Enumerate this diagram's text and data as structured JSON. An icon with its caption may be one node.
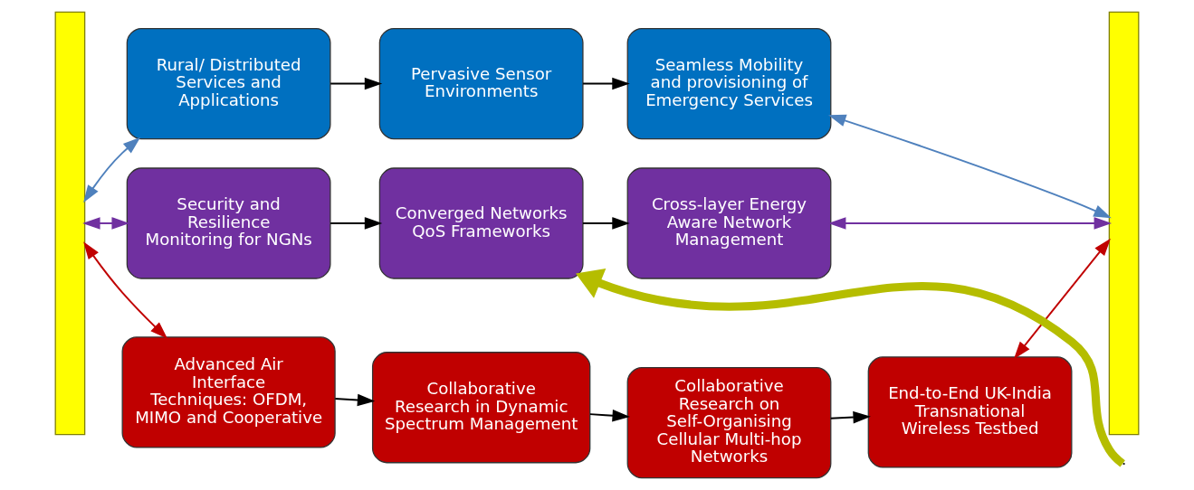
{
  "diagram": {
    "nodes": [
      {
        "text": [],
        "shape": "bar"
      },
      {
        "text": [
          "Rural/ Distributed Services and Applications"
        ]
      },
      {
        "text": [
          "Pervasive Sensor Environments"
        ]
      },
      {
        "text": [
          "Seamless Mobility and provisioning of Emergency Services"
        ]
      },
      {
        "text": [
          "Security and Resilience Monitoring for NGNs"
        ]
      },
      {
        "text": [
          "Converged Networks QoS Frameworks"
        ]
      },
      {
        "text": [
          "Cross-layer Energy Aware Network Management"
        ]
      },
      {
        "text": [
          "Advanced Air Interface Techniques: OFDM, MIMO and Cooperative"
        ]
      },
      {
        "text": [
          "Collaborative Research in Dynamic Spectrum Management"
        ]
      },
      {
        "text": [
          "Collaborative Research on Self-Organising Cellular Multi-hop Networks"
        ]
      },
      {
        "text": [
          "End-to-End UK-India Transnational Wireless Testbed"
        ]
      },
      {
        "text": [],
        "shape": "bar"
      }
    ],
    "edges": [
      {
        "from": 0,
        "to": 1,
        "arrow": "both",
        "color": "#4f81bd"
      },
      {
        "from": 3,
        "to": 11,
        "arrow": "both",
        "color": "#4f81bd"
      },
      {
        "from": 0,
        "to": 4,
        "arrow": "both",
        "color": "#7030a0"
      },
      {
        "from": 6,
        "to": 11,
        "arrow": "both",
        "color": "#7030a0"
      },
      {
        "from": 0,
        "to": 7,
        "arrow": "both",
        "color": "#c00000"
      },
      {
        "from": 10,
        "to": 11,
        "arrow": "both",
        "color": "#c00000"
      },
      {
        "from": 1,
        "to": 2,
        "arrow": "to"
      },
      {
        "from": 2,
        "to": 3,
        "arrow": "to"
      },
      {
        "from": 4,
        "to": 5,
        "arrow": "to"
      },
      {
        "from": 5,
        "to": 6,
        "arrow": "to"
      },
      {
        "from": 7,
        "to": 8,
        "arrow": "to"
      },
      {
        "from": 8,
        "to": 9,
        "arrow": "to"
      },
      {
        "from": 9,
        "to": 10,
        "arrow": "to"
      },
      {
        "from": null,
        "to": 5,
        "arrow": "to",
        "style": "thick",
        "color": "#b5bd00"
      }
    ]
  }
}
